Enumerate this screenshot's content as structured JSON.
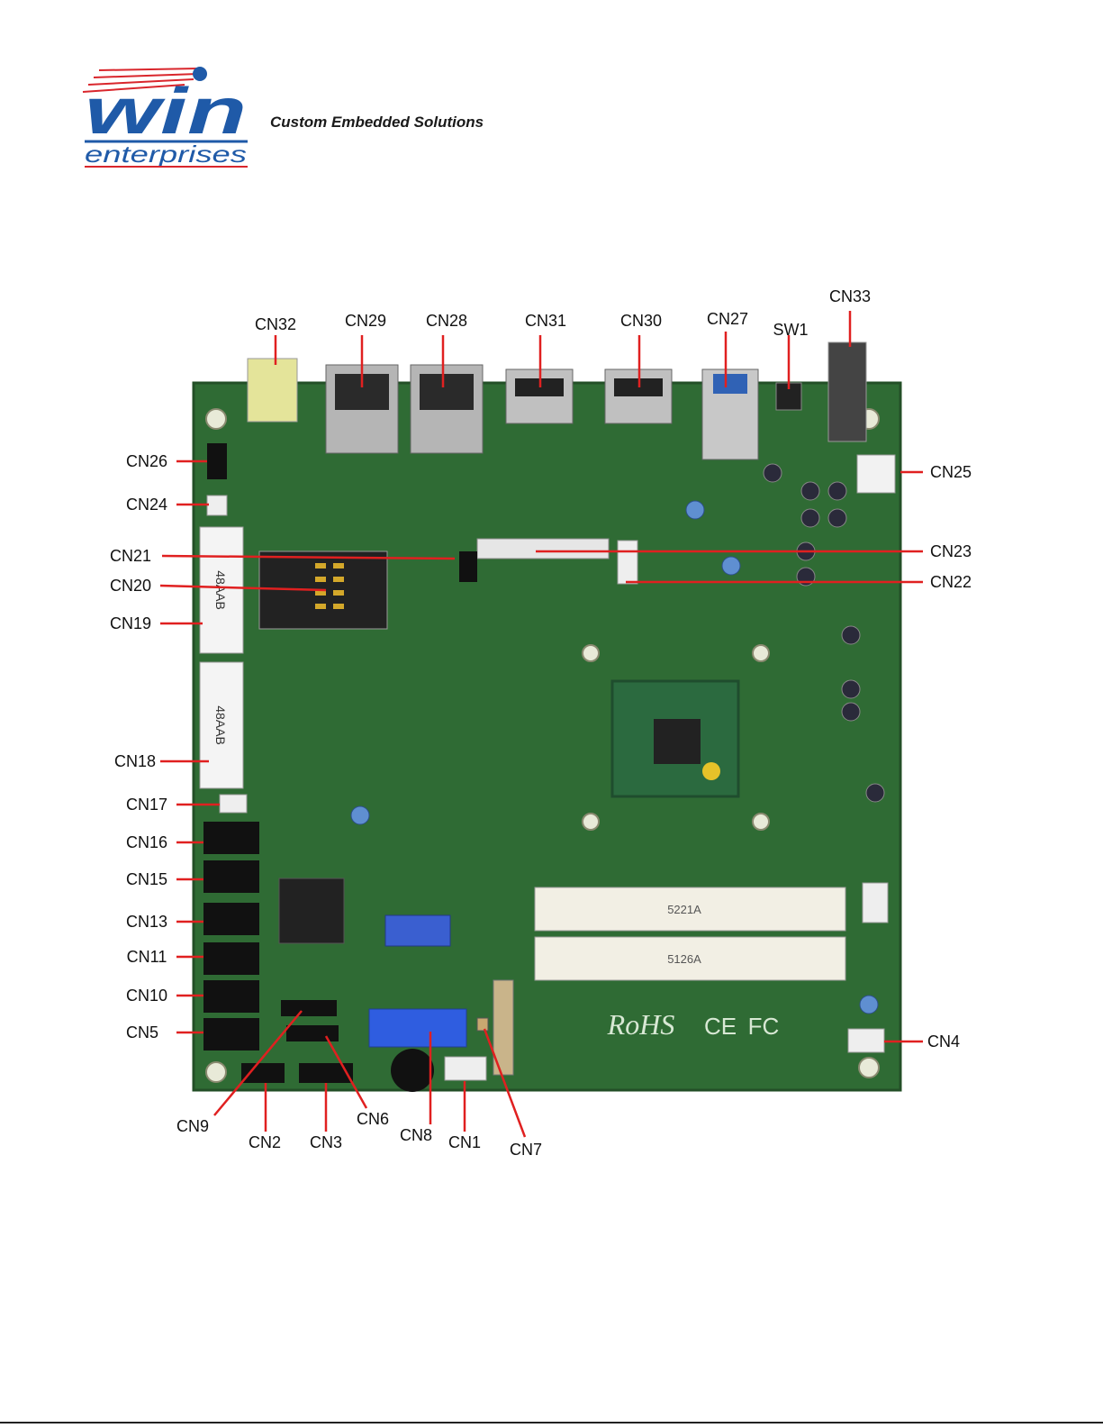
{
  "header": {
    "logo_text_main": "win",
    "logo_text_sub": "enterprises",
    "tagline": "Custom Embedded Solutions"
  },
  "board": {
    "silkscreen": {
      "slot_upper": "48AAB",
      "slot_lower": "48AAB",
      "sodimm_upper": "5221A",
      "sodimm_lower": "5126A",
      "rohs": "RoHS",
      "ce": "CE",
      "fc": "FC"
    }
  },
  "labels": {
    "CN32": "CN32",
    "CN29": "CN29",
    "CN28": "CN28",
    "CN31": "CN31",
    "CN30": "CN30",
    "CN27": "CN27",
    "SW1": "SW1",
    "CN33": "CN33",
    "CN26": "CN26",
    "CN25": "CN25",
    "CN24": "CN24",
    "CN21": "CN21",
    "CN23": "CN23",
    "CN20": "CN20",
    "CN22": "CN22",
    "CN19": "CN19",
    "CN18": "CN18",
    "CN17": "CN17",
    "CN16": "CN16",
    "CN15": "CN15",
    "CN13": "CN13",
    "CN11": "CN11",
    "CN10": "CN10",
    "CN5": "CN5",
    "CN4": "CN4",
    "CN9": "CN9",
    "CN2": "CN2",
    "CN3": "CN3",
    "CN6": "CN6",
    "CN8": "CN8",
    "CN1": "CN1",
    "CN7": "CN7"
  },
  "colors": {
    "brand_blue": "#1f5aa8",
    "brand_red": "#d9262c",
    "pcb_green": "#2f6b34",
    "label_red": "#e02020"
  }
}
